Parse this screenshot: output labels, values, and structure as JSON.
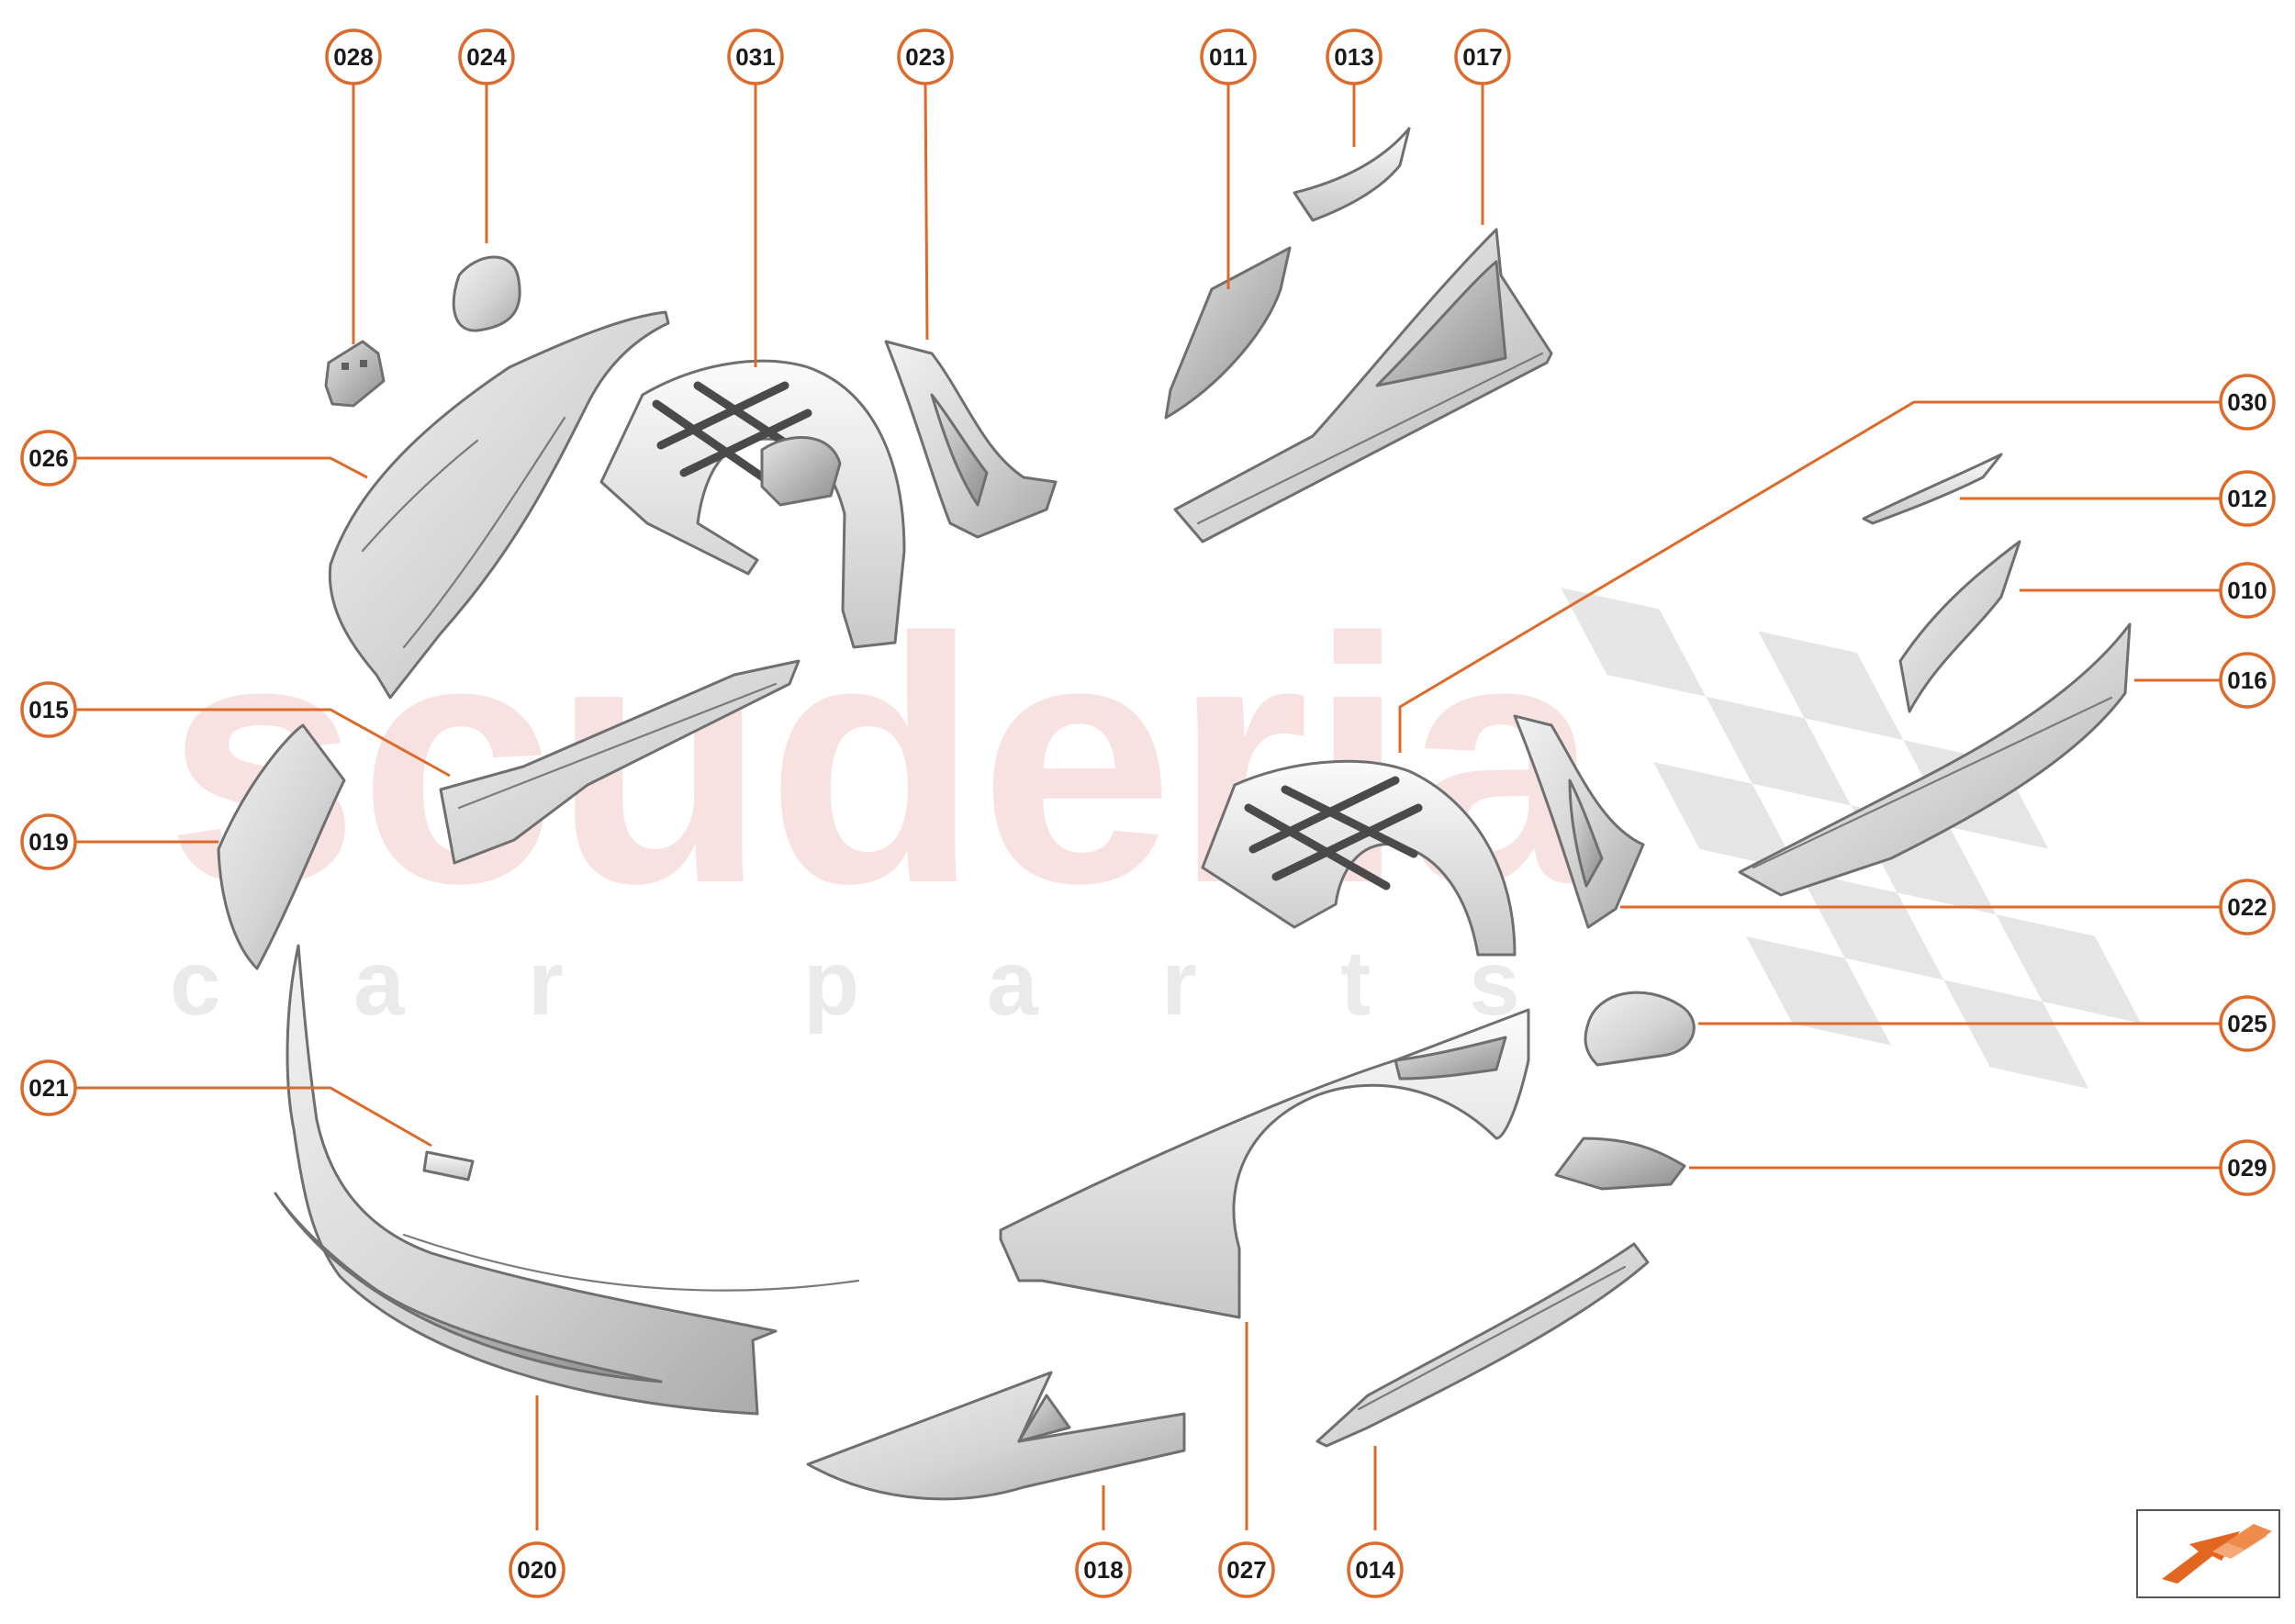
{
  "watermark": {
    "brand": "scuderia",
    "sub_letters": [
      "c",
      "a",
      "r",
      "p",
      "a",
      "r",
      "t",
      "s"
    ]
  },
  "colors": {
    "callout_accent": "#de6a2a",
    "part_fill": "#d9d9d9",
    "watermark_red": "#f4c9c9"
  },
  "callouts": [
    "028",
    "024",
    "031",
    "023",
    "011",
    "013",
    "017",
    "030",
    "012",
    "010",
    "016",
    "022",
    "025",
    "029",
    "026",
    "015",
    "019",
    "021",
    "020",
    "018",
    "027",
    "014"
  ],
  "navigation": {
    "icon": "direction-arrow-icon"
  }
}
